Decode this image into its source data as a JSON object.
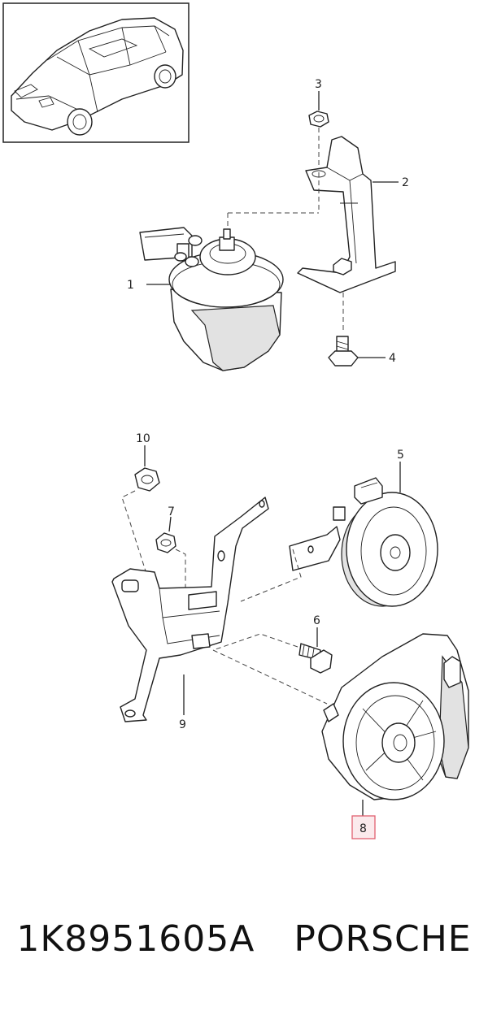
{
  "callouts": {
    "c1": "1",
    "c2": "2",
    "c3": "3",
    "c4": "4",
    "c5": "5",
    "c6": "6",
    "c7": "7",
    "c8": "8",
    "c9": "9",
    "c10": "10"
  },
  "highlight_color": "#e06070",
  "caption": {
    "part_number": "1K8951605A",
    "brand": "PORSCHE"
  }
}
